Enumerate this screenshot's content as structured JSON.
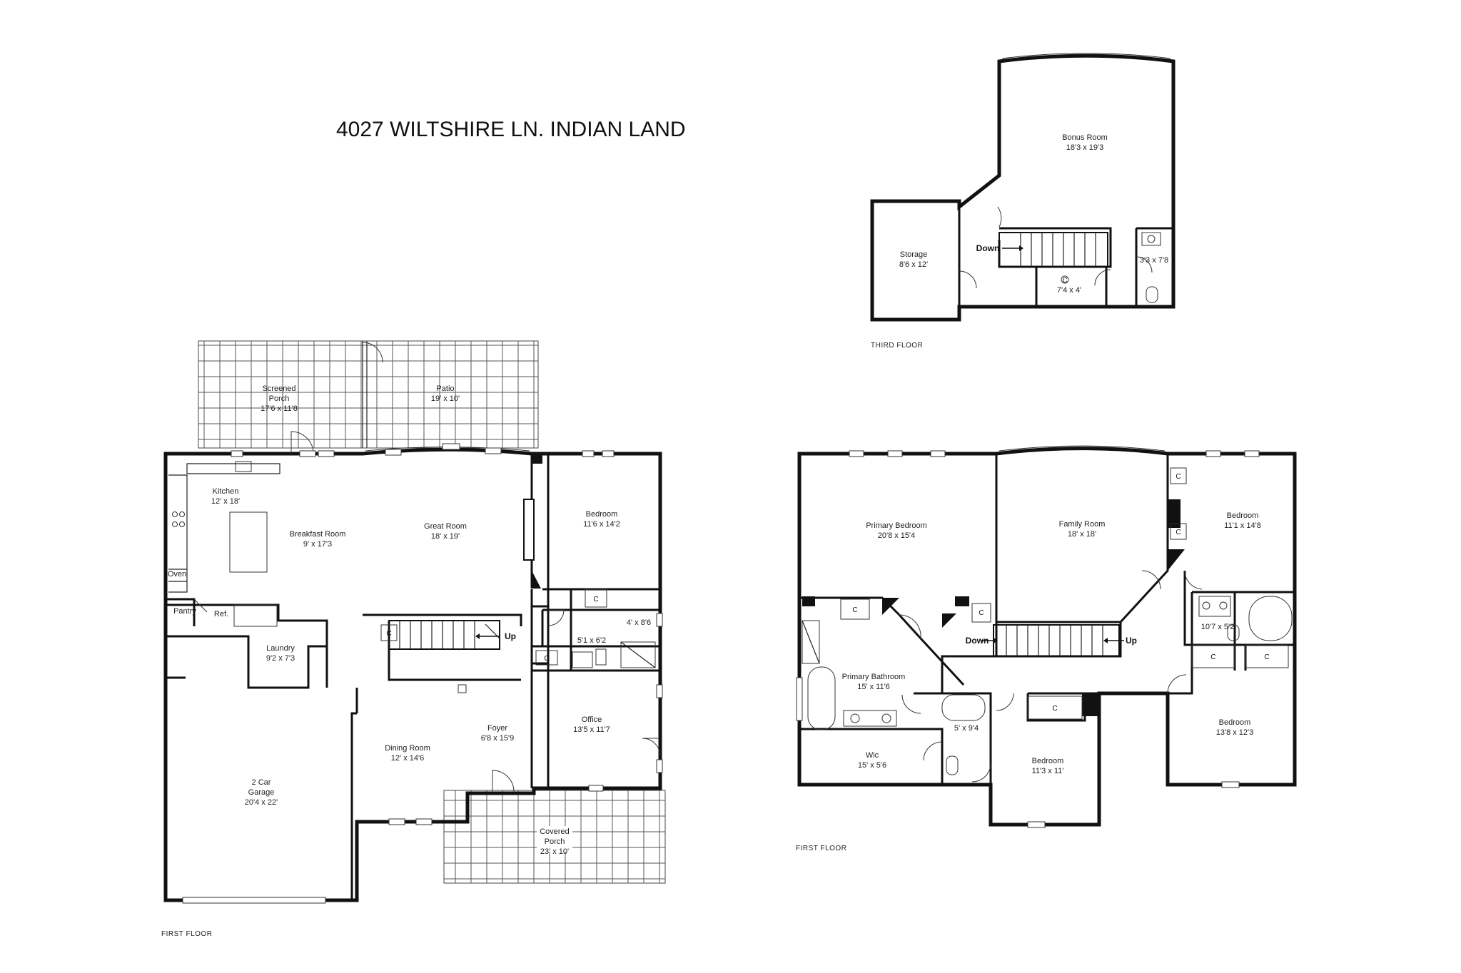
{
  "title": "4027 WILTSHIRE LN. INDIAN LAND",
  "floor_labels": {
    "main": "FIRST FLOOR",
    "upper": "FIRST FLOOR",
    "third": "THIRD FLOOR"
  },
  "rooms_main": {
    "screened_porch": {
      "name": "Screened\nPorch",
      "dim": "17'6 x 11'8"
    },
    "patio": {
      "name": "Patio",
      "dim": "19' x 10'"
    },
    "kitchen": {
      "name": "Kitchen",
      "dim": "12' x 18'"
    },
    "breakfast": {
      "name": "Breakfast Room",
      "dim": "9' x 17'3"
    },
    "great": {
      "name": "Great Room",
      "dim": "18' x 19'"
    },
    "bedroom": {
      "name": "Bedroom",
      "dim": "11'6 x 14'2"
    },
    "oven": {
      "name": "Oven"
    },
    "pantry": {
      "name": "Pantry"
    },
    "ref": {
      "name": "Ref."
    },
    "laundry": {
      "name": "Laundry",
      "dim": "9'2 x 7'3"
    },
    "bath_a": {
      "dim": "4' x 8'6"
    },
    "bath_b": {
      "dim": "5'1 x 6'2"
    },
    "garage": {
      "name": "2 Car\nGarage",
      "dim": "20'4 x 22'"
    },
    "dining": {
      "name": "Dining Room",
      "dim": "12' x 14'6"
    },
    "foyer": {
      "name": "Foyer",
      "dim": "6'8 x 15'9"
    },
    "office": {
      "name": "Office",
      "dim": "13'5 x 11'7"
    },
    "covered_porch": {
      "name": "Covered\nPorch",
      "dim": "23' x 10'"
    },
    "stair_up": "Up"
  },
  "rooms_upper": {
    "primary_bed": {
      "name": "Primary Bedroom",
      "dim": "20'8 x 15'4"
    },
    "family": {
      "name": "Family Room",
      "dim": "18' x 18'"
    },
    "bedroom_ne": {
      "name": "Bedroom",
      "dim": "11'1 x 14'8"
    },
    "bath_ne": {
      "dim": "10'7 x 5'2"
    },
    "primary_bath": {
      "name": "Primary Bathroom",
      "dim": "15' x 11'6"
    },
    "wic": {
      "name": "Wic",
      "dim": "15' x 5'6"
    },
    "bath_small": {
      "dim": "5' x 9'4"
    },
    "bedroom_s": {
      "name": "Bedroom",
      "dim": "11'3 x 11'"
    },
    "bedroom_se": {
      "name": "Bedroom",
      "dim": "13'8 x 12'3"
    },
    "down": "Down",
    "up": "Up"
  },
  "rooms_third": {
    "bonus": {
      "name": "Bonus Room",
      "dim": "18'3 x 19'3"
    },
    "storage": {
      "name": "Storage",
      "dim": "8'6 x 12'"
    },
    "closet": {
      "dim": "7'4 x 4'"
    },
    "bath": {
      "dim": "3'3 x 7'8"
    },
    "down": "Down"
  },
  "closet_symbol": "C"
}
